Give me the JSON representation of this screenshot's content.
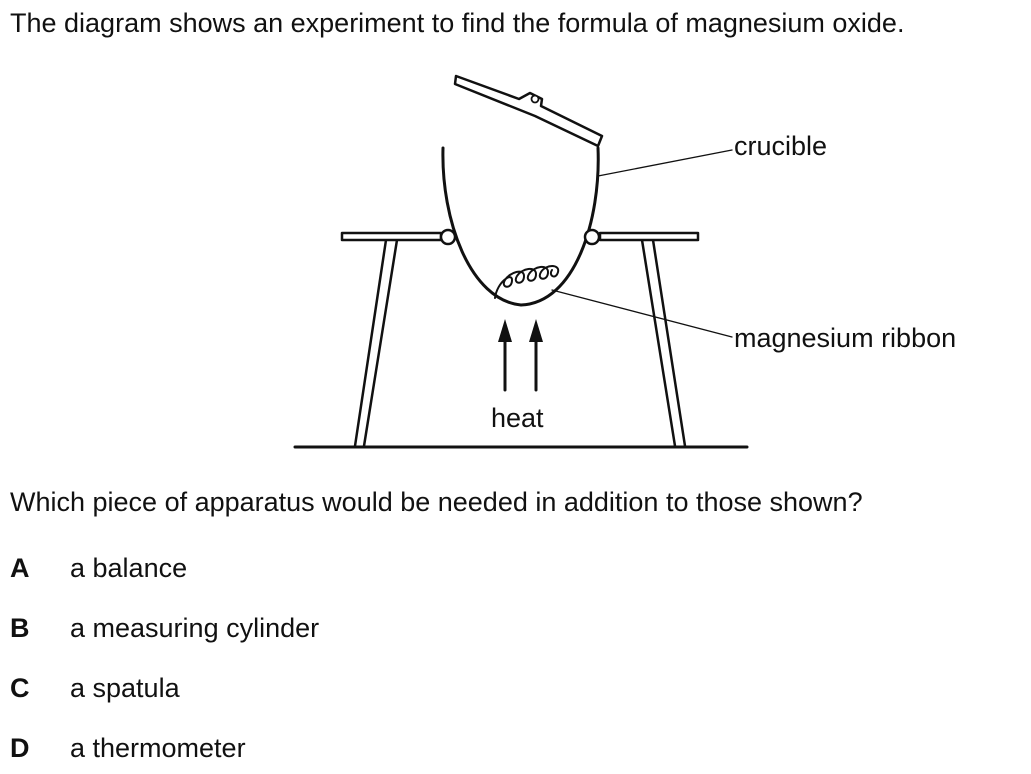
{
  "question": {
    "intro": "The diagram shows an experiment to find the formula of magnesium oxide.",
    "stem": "Which piece of apparatus would be needed in addition to those shown?"
  },
  "diagram": {
    "labels": {
      "crucible": "crucible",
      "ribbon": "magnesium ribbon",
      "heat": "heat"
    }
  },
  "options": [
    {
      "letter": "A",
      "text": "a balance"
    },
    {
      "letter": "B",
      "text": "a measuring cylinder"
    },
    {
      "letter": "C",
      "text": "a spatula"
    },
    {
      "letter": "D",
      "text": "a thermometer"
    }
  ]
}
